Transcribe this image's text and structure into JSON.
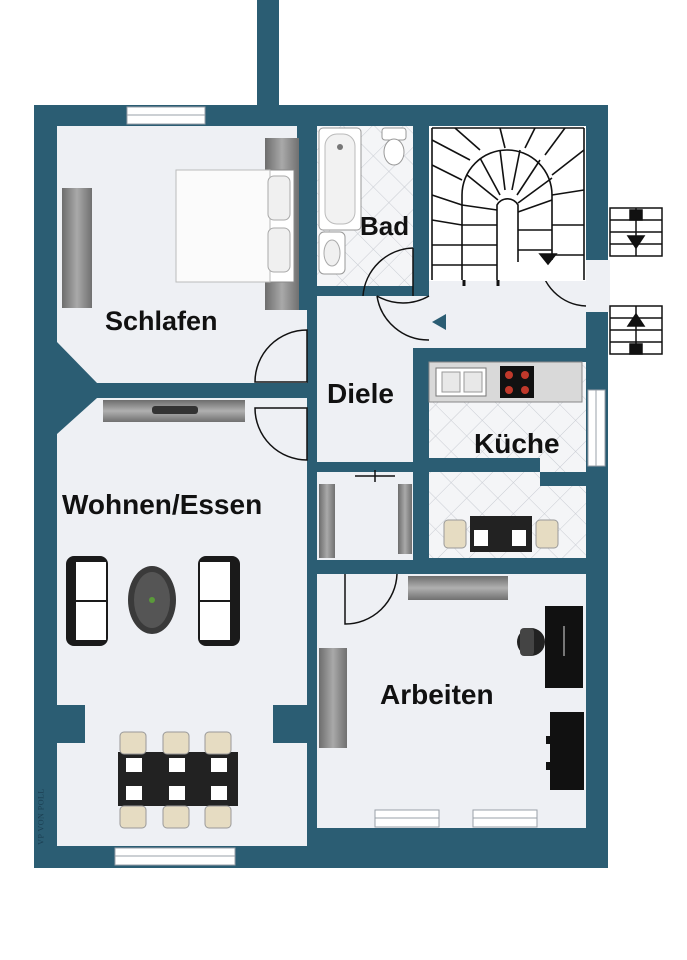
{
  "rooms": {
    "schlafen": "Schlafen",
    "bad": "Bad",
    "diele": "Diele",
    "kueche": "Küche",
    "wohnen": "Wohnen/Essen",
    "arbeiten": "Arbeiten"
  },
  "logo": {
    "text": "VP VON POLL"
  },
  "colors": {
    "wall": "#2b5d73",
    "floor": "#eef0f4",
    "furniture_dark": "#4a4a4a",
    "furniture_light": "#ffffff"
  }
}
